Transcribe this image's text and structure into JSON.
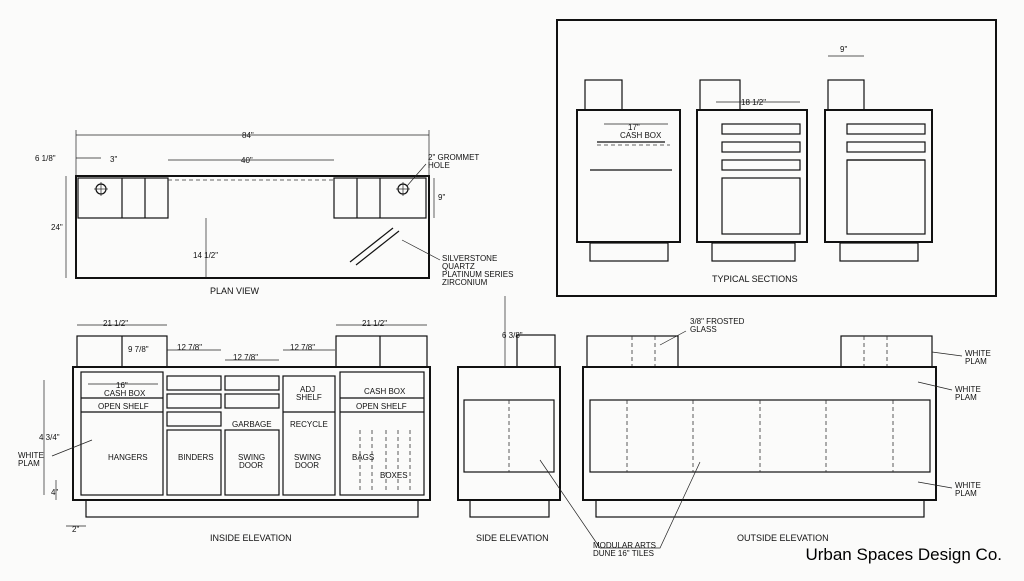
{
  "plan": {
    "dim_84": "84\"",
    "dim_40": "40\"",
    "dim_6_1_8": "6 1/8\"",
    "dim_3": "3\"",
    "dim_24": "24\"",
    "dim_14_1_2": "14 1/2\"",
    "dim_9": "9\"",
    "grommet_1": "2\" GROMMET",
    "grommet_2": "HOLE",
    "material_1": "SILVERSTONE",
    "material_2": "QUARTZ",
    "material_3": "PLATINUM SERIES",
    "material_4": "ZIRCONIUM",
    "title": "PLAN VIEW"
  },
  "sections": {
    "dim_9": "9\"",
    "dim_18_1_2": "18 1/2\"",
    "dim_17": "17\"",
    "cash_box": "CASH BOX",
    "title": "TYPICAL SECTIONS"
  },
  "inside": {
    "dim_21_1_2_left": "21 1/2\"",
    "dim_21_1_2_right": "21 1/2\"",
    "dim_9_7_8": "9 7/8\"",
    "dim_12_7_8_a": "12 7/8\"",
    "dim_12_7_8_b": "12 7/8\"",
    "dim_12_7_8_c": "12 7/8\"",
    "dim_16": "16\"",
    "dim_4_3_4": "4 3/4\"",
    "dim_4": "4\"",
    "dim_2": "2\"",
    "cash_box_left": "CASH BOX",
    "cash_box_right": "CASH BOX",
    "open_shelf_left": "OPEN SHELF",
    "open_shelf_right": "OPEN SHELF",
    "adj": "ADJ",
    "shelf": "SHELF",
    "garbage": "GARBAGE",
    "recycle": "RECYCLE",
    "hangers": "HANGERS",
    "binders": "BINDERS",
    "swing_1": "SWING",
    "door_1": "DOOR",
    "swing_2": "SWING",
    "door_2": "DOOR",
    "bags": "BAGS",
    "boxes": "BOXES",
    "white_1": "WHITE",
    "plam_1": "PLAM",
    "title": "INSIDE ELEVATION"
  },
  "side": {
    "dim_6_3_8": "6 3/8\"",
    "title": "SIDE ELEVATION"
  },
  "outside": {
    "glass_1": "3/8\" FROSTED",
    "glass_2": "GLASS",
    "white_a": "WHITE",
    "plam_a": "PLAM",
    "white_b": "WHITE",
    "plam_b": "PLAM",
    "white_c": "WHITE",
    "plam_c": "PLAM",
    "tiles_1": "MODULAR ARTS",
    "tiles_2": "DUNE 16\" TILES",
    "title": "OUTSIDE ELEVATION"
  },
  "brand": "Urban Spaces Design Co."
}
